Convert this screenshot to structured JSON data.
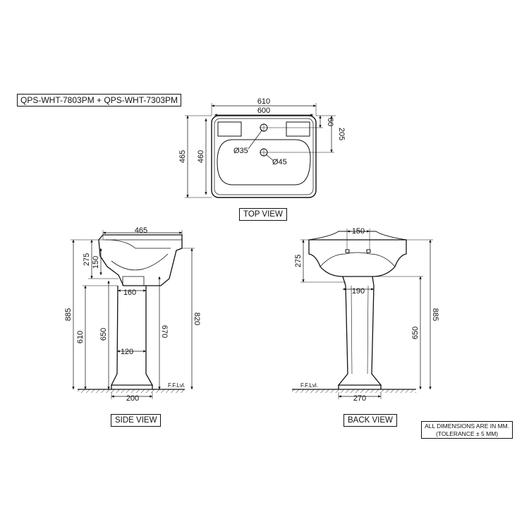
{
  "title": "QPS-WHT-7803PM + QPS-WHT-7303PM",
  "views": {
    "top": {
      "label": "TOP VIEW",
      "dims": {
        "overall_width": "610",
        "bowl_width": "600",
        "tap_hole_offset": "60",
        "waste_offset": "205",
        "overall_depth": "465",
        "bowl_depth": "460",
        "tap_hole_dia": "Ø35",
        "waste_dia": "Ø45"
      }
    },
    "side": {
      "label": "SIDE VIEW",
      "dims": {
        "depth": "465",
        "basin_height": "275",
        "rim_drop": "150",
        "pedestal_top": "160",
        "total_height": "885",
        "pedestal_height": "610",
        "pedestal_to_waste": "650",
        "waste_height": "670",
        "rim_height": "820",
        "pedestal_neck": "120",
        "pedestal_base": "200",
        "floor_label": "F.F.Lvl."
      }
    },
    "back": {
      "label": "BACK  VIEW",
      "dims": {
        "fixing_centres": "150",
        "basin_height": "275",
        "pedestal_top": "190",
        "pedestal_height": "650",
        "total_height": "885",
        "pedestal_base": "270",
        "floor_label": "F.F.Lvl."
      }
    }
  },
  "note": {
    "line1": "ALL DIMENSIONS ARE IN MM.",
    "line2": "(TOLERANCE ± 5 MM)"
  }
}
